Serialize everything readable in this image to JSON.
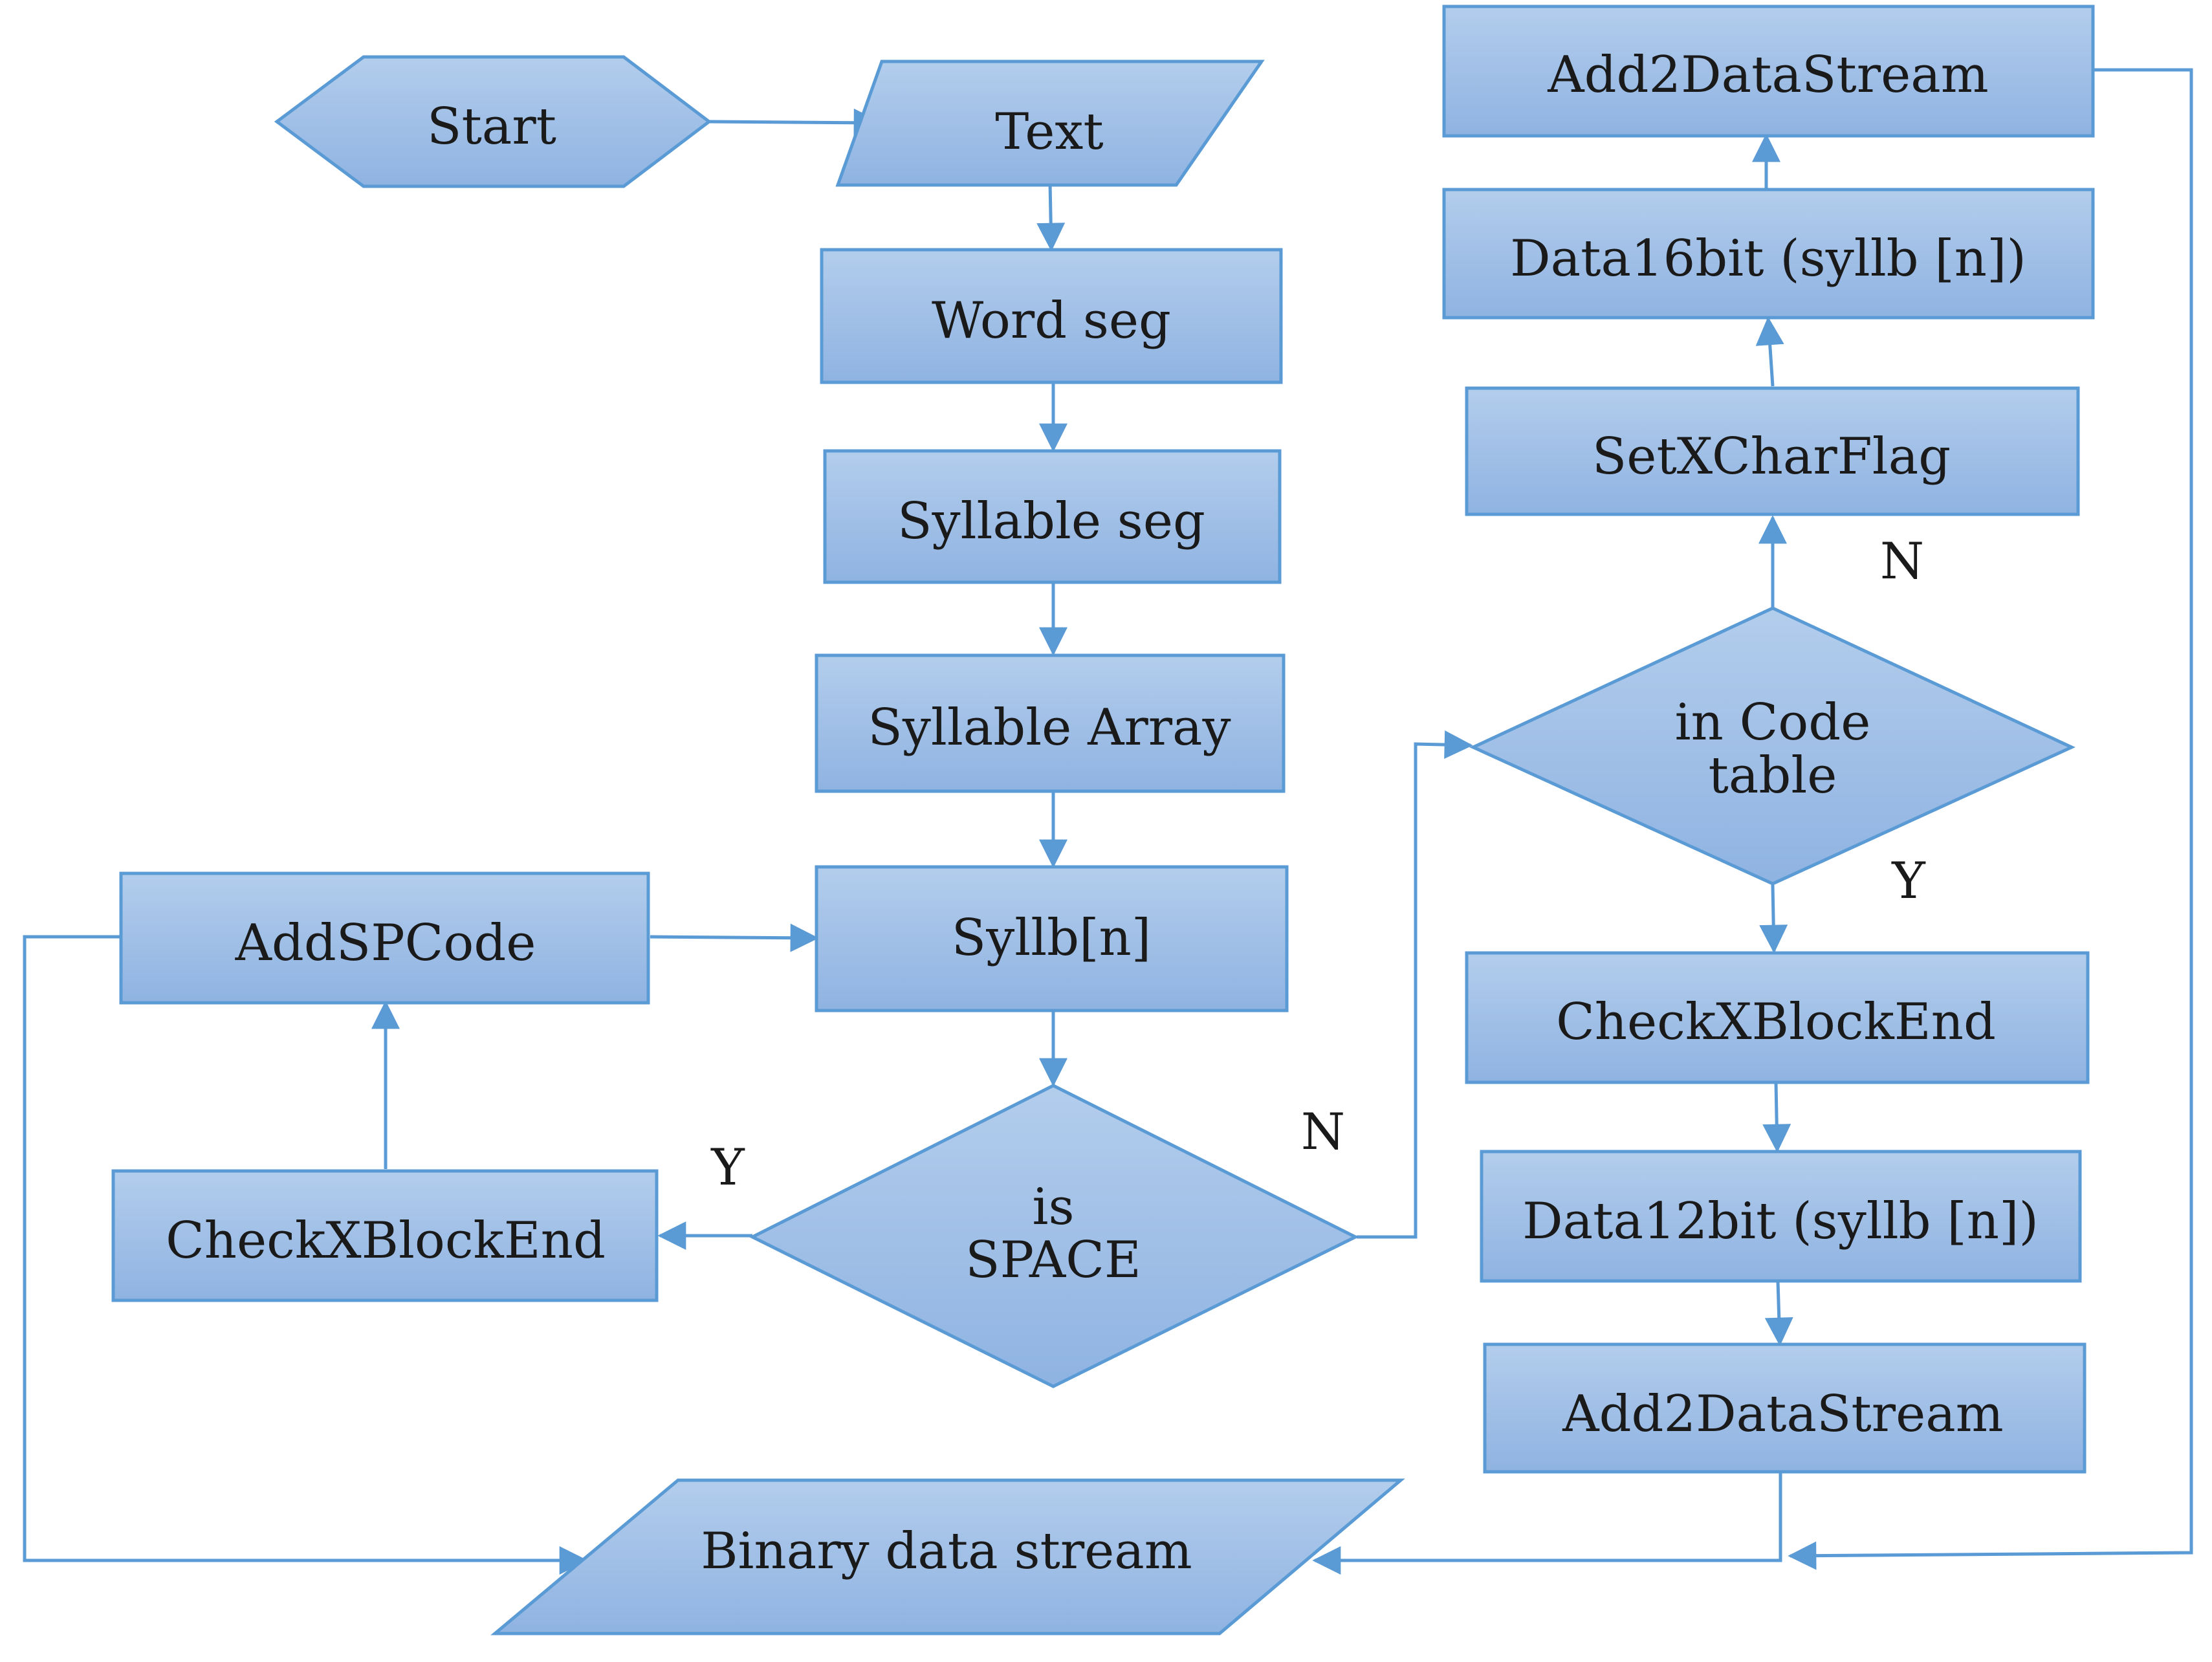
{
  "nodes": {
    "start": "Start",
    "text": "Text",
    "word_seg": "Word seg",
    "syllable_seg": "Syllable seg",
    "syllable_array": "Syllable Array",
    "syllb_n": "Syllb[n]",
    "is_space_line1": "is",
    "is_space_line2": "SPACE",
    "check_xblock_end_left": "CheckXBlockEnd",
    "add_sp_code": "AddSPCode",
    "binary_data_stream": "Binary data stream",
    "in_code_table_line1": "in Code",
    "in_code_table_line2": "table",
    "set_xchar_flag": "SetXCharFlag",
    "data16bit": "Data16bit (syllb [n])",
    "add2datastream_top": "Add2DataStream",
    "check_xblock_end_right": "CheckXBlockEnd",
    "data12bit": "Data12bit (syllb [n])",
    "add2datastream_bottom": "Add2DataStream"
  },
  "edge_labels": {
    "is_space_yes": "Y",
    "is_space_no": "N",
    "code_table_no": "N",
    "code_table_yes": "Y"
  },
  "colors": {
    "node_fill_top": "#b3cdec",
    "node_fill_bottom": "#8fb3e2",
    "stroke": "#5b9bd5"
  }
}
